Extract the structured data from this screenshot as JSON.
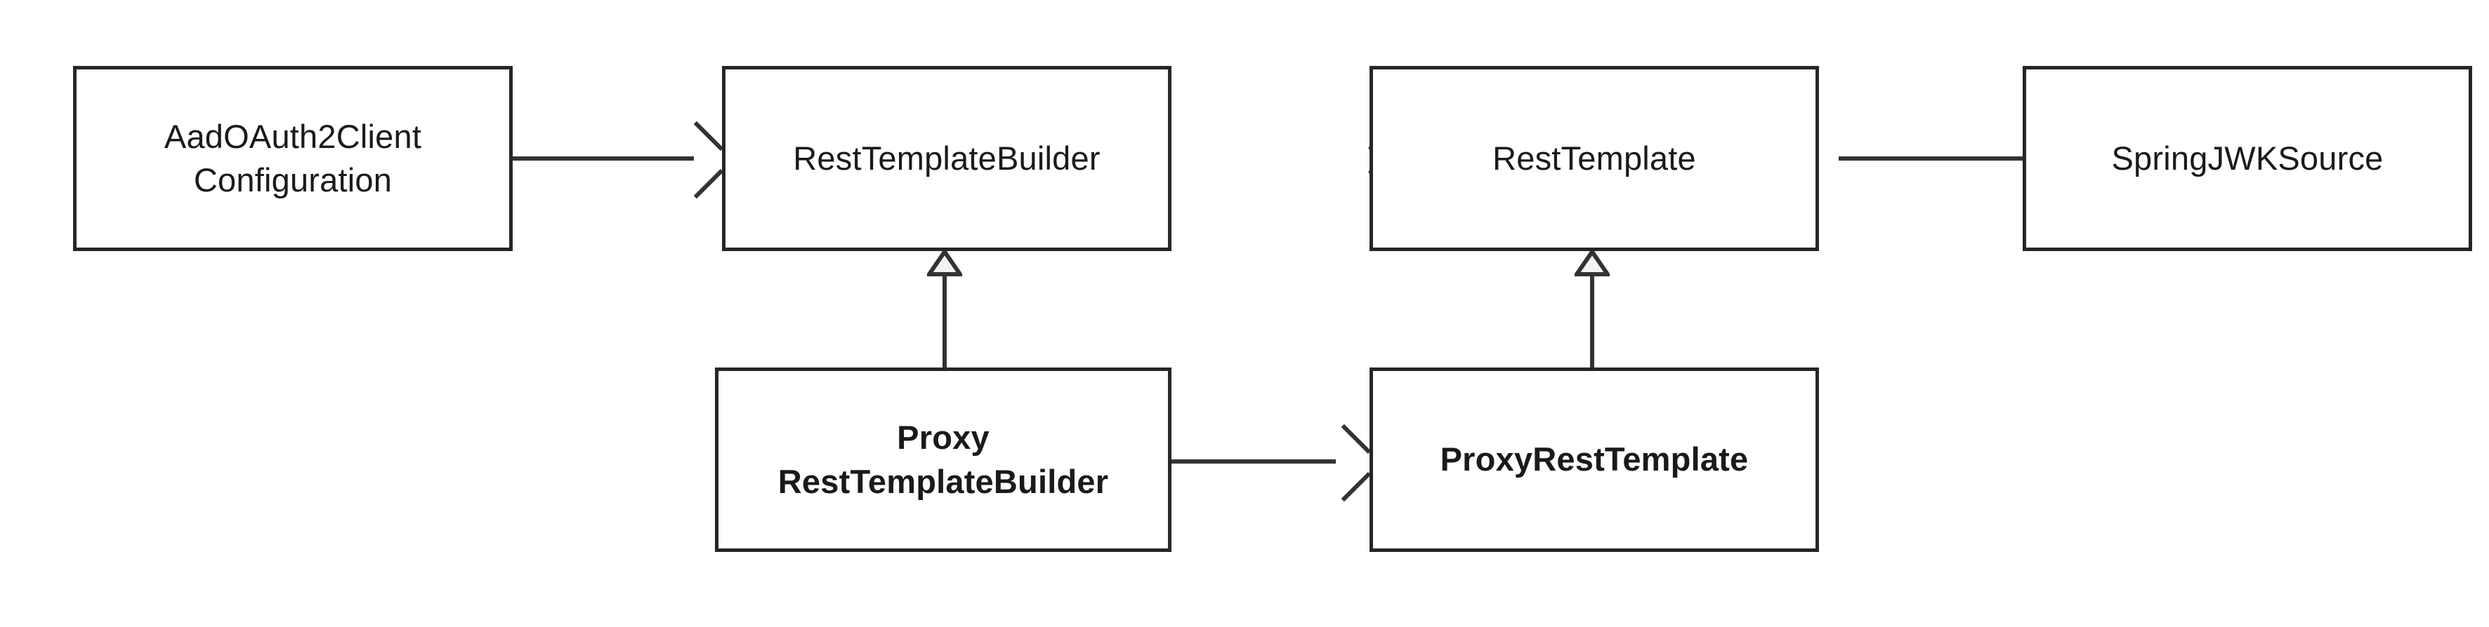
{
  "diagram": {
    "kind": "uml-class-diagram",
    "background_color": "#ffffff",
    "box_border_color": "#262626",
    "connector_color": "#333333",
    "text_color": "#1a1a1a",
    "triangle_fill_color": "#f2f2f2",
    "classes": [
      {
        "id": "aad-oauth2-client-configuration",
        "label": "AadOAuth2Client\nConfiguration",
        "emphasis": "normal"
      },
      {
        "id": "rest-template-builder",
        "label": "RestTemplateBuilder",
        "emphasis": "normal"
      },
      {
        "id": "rest-template",
        "label": "RestTemplate",
        "emphasis": "normal"
      },
      {
        "id": "spring-jwk-source",
        "label": "SpringJWKSource",
        "emphasis": "normal"
      },
      {
        "id": "proxy-rest-template-builder",
        "label": "Proxy\nRestTemplateBuilder",
        "emphasis": "bold"
      },
      {
        "id": "proxy-rest-template",
        "label": "ProxyRestTemplate",
        "emphasis": "bold"
      }
    ],
    "connectors": [
      {
        "id": "aad-to-rest-template-builder",
        "from": "aad-oauth2-client-configuration",
        "to": "rest-template-builder",
        "relationship": "association",
        "arrowhead": "open-arrow",
        "direction": "right"
      },
      {
        "id": "spring-jwk-source-to-rest-template",
        "from": "spring-jwk-source",
        "to": "rest-template",
        "relationship": "association",
        "arrowhead": "open-arrow",
        "direction": "left"
      },
      {
        "id": "proxy-rest-template-builder-to-proxy-rest-template",
        "from": "proxy-rest-template-builder",
        "to": "proxy-rest-template",
        "relationship": "association",
        "arrowhead": "open-arrow",
        "direction": "right"
      },
      {
        "id": "proxy-rest-template-builder-extends-rest-template-builder",
        "from": "proxy-rest-template-builder",
        "to": "rest-template-builder",
        "relationship": "generalization",
        "arrowhead": "hollow-triangle",
        "direction": "up"
      },
      {
        "id": "proxy-rest-template-extends-rest-template",
        "from": "proxy-rest-template",
        "to": "rest-template",
        "relationship": "generalization",
        "arrowhead": "hollow-triangle",
        "direction": "up"
      }
    ]
  }
}
